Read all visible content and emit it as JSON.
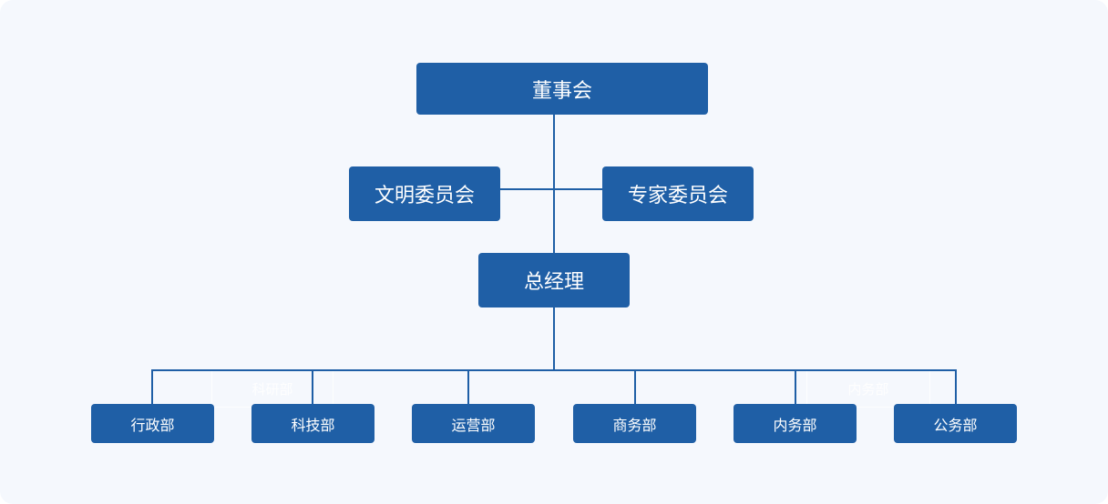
{
  "board": {
    "label": "董事会"
  },
  "committees": [
    {
      "label": "文明委员会"
    },
    {
      "label": "专家委员会"
    }
  ],
  "general_manager": {
    "label": "总经理"
  },
  "departments": [
    {
      "label": "行政部"
    },
    {
      "label": "科技部"
    },
    {
      "label": "运营部"
    },
    {
      "label": "商务部"
    },
    {
      "label": "内务部"
    },
    {
      "label": "公务部"
    }
  ],
  "faint_labels": [
    {
      "label": "科研部"
    },
    {
      "label": "内务部"
    }
  ],
  "colors": {
    "node": "#1f5fa6",
    "line": "#1f5fa6",
    "background": "#f5f8fd"
  }
}
